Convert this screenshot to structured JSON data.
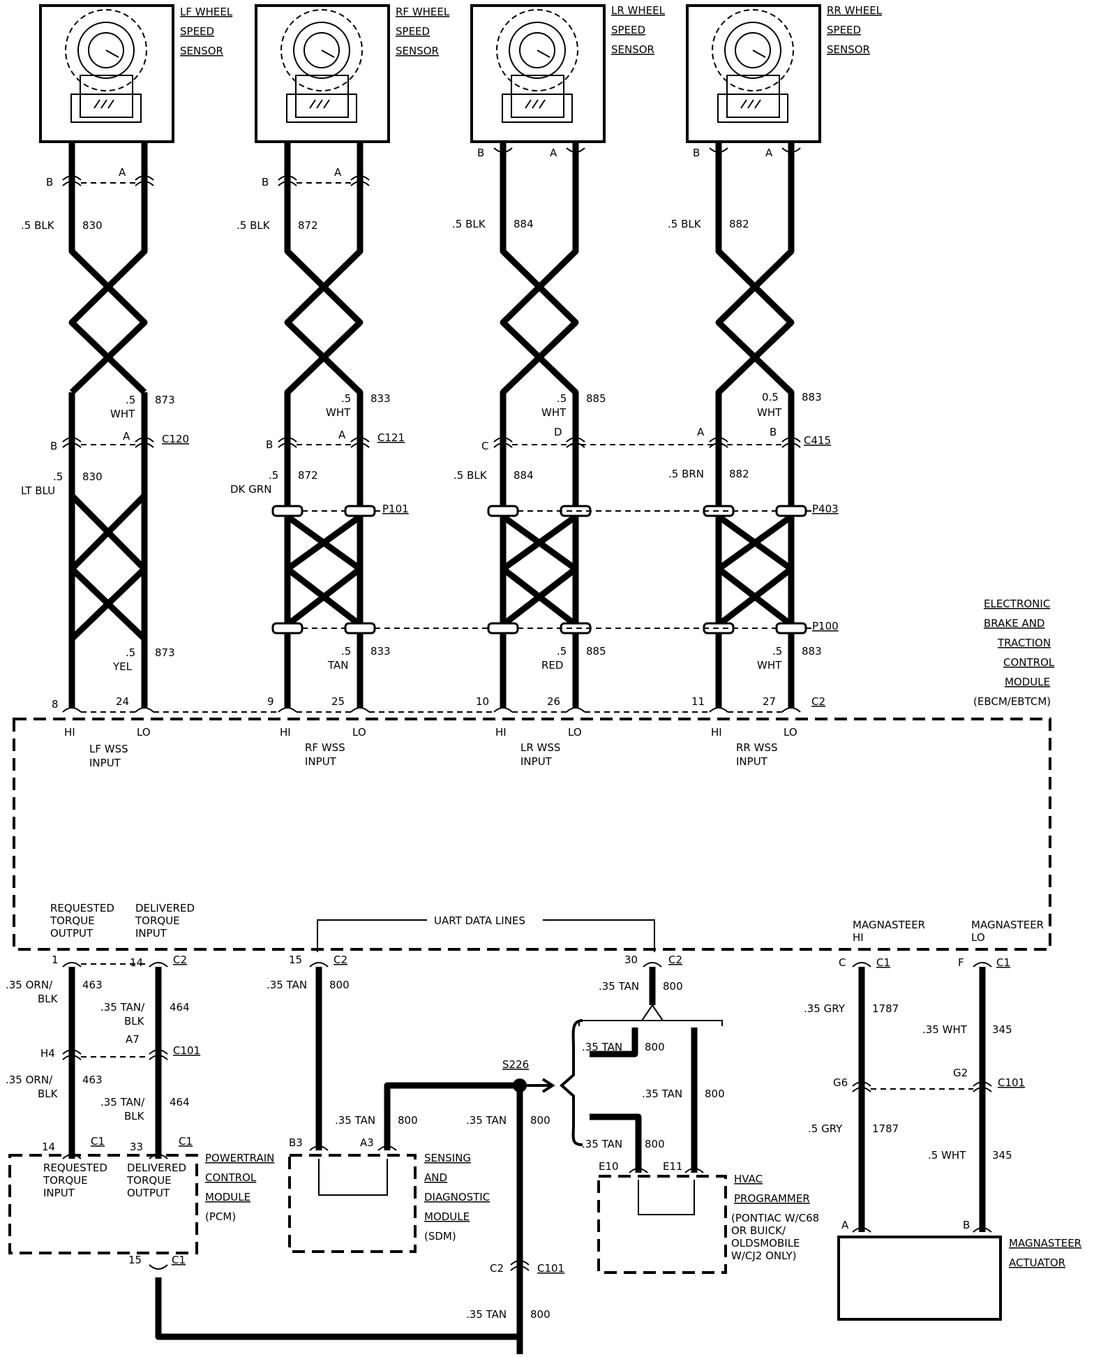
{
  "sensors": [
    {
      "title": [
        "LF WHEEL",
        "SPEED",
        "SENSOR"
      ]
    },
    {
      "title": [
        "RF WHEEL",
        "SPEED",
        "SENSOR"
      ]
    },
    {
      "title": [
        "LR WHEEL",
        "SPEED",
        "SENSOR"
      ]
    },
    {
      "title": [
        "RR WHEEL",
        "SPEED",
        "SENSOR"
      ]
    }
  ],
  "pins_top": {
    "b": "B",
    "a": "A"
  },
  "circuits": [
    {
      "wire1": ".5 BLK",
      "num1": "830",
      "wire2_size": ".5",
      "wire2_color": "WHT",
      "num2": "873",
      "conn": "C120",
      "pinL": "B",
      "pinR": "A",
      "wire3_size": ".5",
      "wire3_color": "LT BLU",
      "num3": "830",
      "wire4_size": ".5",
      "wire4_color": "YEL",
      "num4": "873",
      "pin_hi": "8",
      "pin_lo": "24",
      "input": [
        "LF WSS",
        "INPUT"
      ]
    },
    {
      "wire1": ".5 BLK",
      "num1": "872",
      "wire2_size": ".5",
      "wire2_color": "WHT",
      "num2": "833",
      "conn": "C121",
      "pinL": "B",
      "pinR": "A",
      "wire3_size": ".5",
      "wire3_color": "DK GRN",
      "num3": "872",
      "wire4_size": ".5",
      "wire4_color": "TAN",
      "num4": "833",
      "pin_hi": "9",
      "pin_lo": "25",
      "input": [
        "RF WSS",
        "INPUT"
      ]
    },
    {
      "wire1": ".5 BLK",
      "num1": "884",
      "wire2_size": ".5",
      "wire2_color": "WHT",
      "num2": "885",
      "conn": "",
      "pinL": "C",
      "pinR": "D",
      "wire3_size": ".5 BLK",
      "wire3_color": "",
      "num3": "884",
      "wire4_size": ".5",
      "wire4_color": "RED",
      "num4": "885",
      "pin_hi": "10",
      "pin_lo": "26",
      "input": [
        "LR WSS",
        "INPUT"
      ]
    },
    {
      "wire1": ".5 BLK",
      "num1": "882",
      "wire2_size": "0.5",
      "wire2_color": "WHT",
      "num2": "883",
      "conn": "C415",
      "pinL": "A",
      "pinR": "B",
      "wire3_size": ".5 BRN",
      "wire3_color": "",
      "num3": "882",
      "wire4_size": ".5",
      "wire4_color": "WHT",
      "num4": "883",
      "pin_hi": "11",
      "pin_lo": "27",
      "input": [
        "RR WSS",
        "INPUT"
      ]
    }
  ],
  "splices": {
    "p101": "P101",
    "p403": "P403",
    "p100": "P100"
  },
  "hi_lo": {
    "hi": "HI",
    "lo": "LO"
  },
  "ebcm": {
    "lines": [
      "ELECTRONIC",
      "BRAKE AND",
      "TRACTION",
      "CONTROL",
      "MODULE",
      "(EBCM/EBTCM)"
    ],
    "conn": "C2"
  },
  "lower": {
    "req_torque_out": [
      "REQUESTED",
      "TORQUE",
      "OUTPUT"
    ],
    "del_torque_in": [
      "DELIVERED",
      "TORQUE",
      "INPUT"
    ],
    "uart": "UART DATA LINES",
    "mag_hi": [
      "MAGNASTEER",
      "HI"
    ],
    "mag_lo": [
      "MAGNASTEER",
      "LO"
    ],
    "p1": "1",
    "p14": "14",
    "c2": "C2",
    "w463": ".35 ORN/",
    "blk": "BLK",
    "n463": "463",
    "w464": ".35 TAN/",
    "n464": "464",
    "a7": "A7",
    "h4": "H4",
    "c101": "C101",
    "p14b": "14",
    "p33": "33",
    "c1": "C1",
    "pcm_req": [
      "REQUESTED",
      "TORQUE",
      "INPUT"
    ],
    "pcm_del": [
      "DELIVERED",
      "TORQUE",
      "OUTPUT"
    ],
    "pcm": [
      "POWERTRAIN",
      "CONTROL",
      "MODULE",
      "(PCM)"
    ],
    "p15": "15",
    "tan35": ".35 TAN",
    "n800": "800",
    "p30": "30",
    "b3": "B3",
    "a3": "A3",
    "sdm": [
      "SENSING",
      "AND",
      "DIAGNOSTIC",
      "MODULE",
      "(SDM)"
    ],
    "s226": "S226",
    "e10": "E10",
    "e11": "E11",
    "hvac": [
      "HVAC",
      "PROGRAMMER"
    ],
    "hvac_note": [
      "(PONTIAC W/C68",
      "OR BUICK/",
      "OLDSMOBILE",
      "W/CJ2 ONLY)"
    ],
    "pc": "C",
    "pf": "F",
    "gry35": ".35 GRY",
    "n1787": "1787",
    "wht35": ".35 WHT",
    "n345": "345",
    "g6": "G6",
    "g2": "G2",
    "gry5": ".5 GRY",
    "wht5": ".5 WHT",
    "pa": "A",
    "pb": "B",
    "mag_act": [
      "MAGNASTEER",
      "ACTUATOR"
    ]
  }
}
